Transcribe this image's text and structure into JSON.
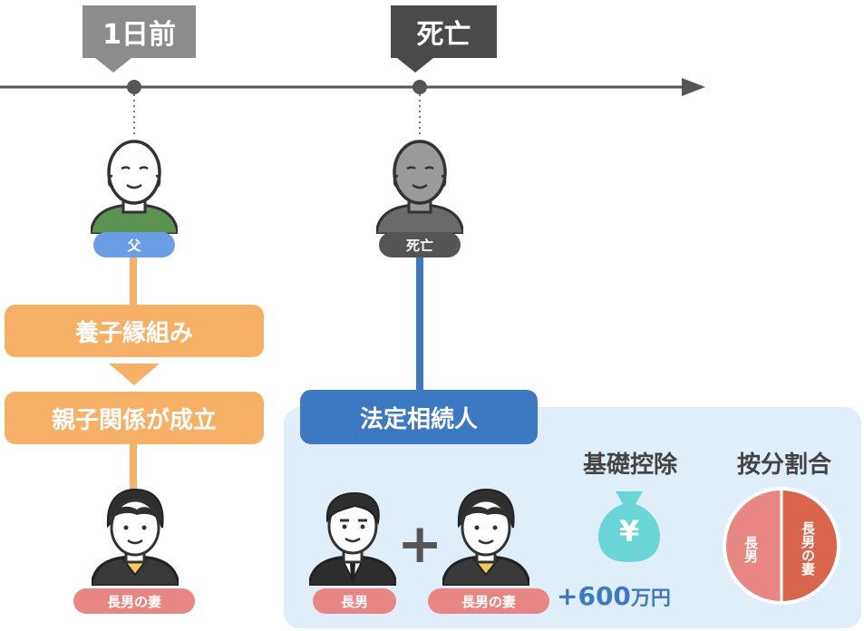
{
  "timeline": {
    "label_before": "1日前",
    "label_death": "死亡"
  },
  "father": {
    "name": "父",
    "dead_label": "死亡"
  },
  "left_flow": {
    "step1": "養子縁組み",
    "step2": "親子関係が成立",
    "wife_label": "長男の妻"
  },
  "heirs": {
    "title": "法定相続人",
    "son_label": "長男",
    "wife_label": "長男の妻",
    "plus": "+"
  },
  "deduction": {
    "title": "基礎控除",
    "yen_symbol": "¥",
    "amount": "+600",
    "unit": "万円"
  },
  "ratio": {
    "title": "按分割合",
    "left": "長男",
    "right": "長男の妻"
  },
  "colors": {
    "orange": "#f6b166",
    "blue": "#3c79c2",
    "pink": "#e88683",
    "panel": "#e0eefa"
  }
}
